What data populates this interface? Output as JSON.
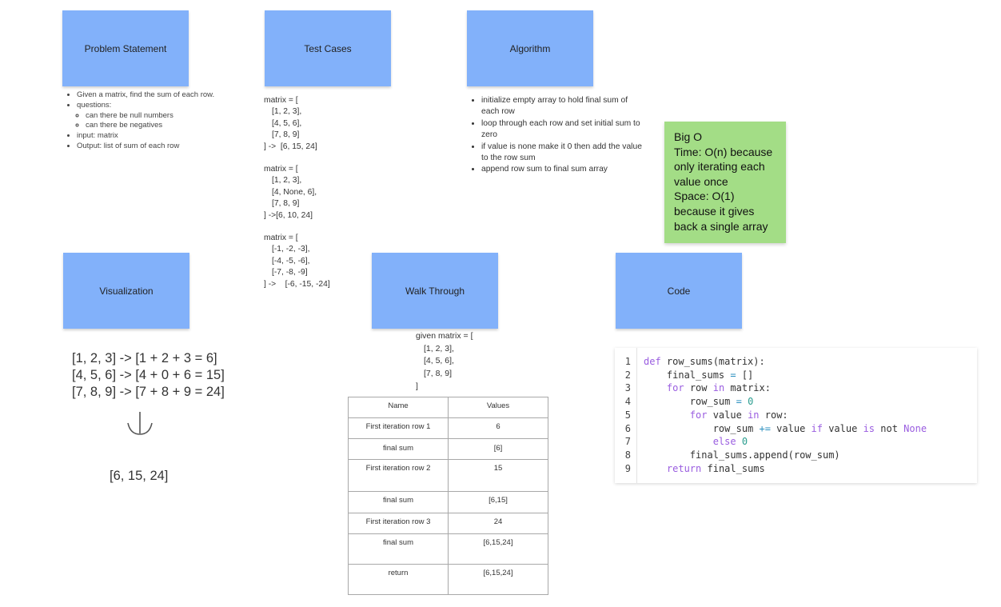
{
  "cards": {
    "problem": "Problem Statement",
    "tests": "Test Cases",
    "algorithm": "Algorithm",
    "visualization": "Visualization",
    "walkthrough": "Walk Through",
    "code": "Code"
  },
  "problem": {
    "items": [
      "Given a matrix, find the sum of each row.",
      "questions:"
    ],
    "sub_items": [
      "can there be null  numbers",
      "can there be negatives"
    ],
    "items_after": [
      "input: matrix",
      "Output: list of sum of each row"
    ]
  },
  "tests": {
    "case1": {
      "open": "matrix = [",
      "rows": [
        "[1, 2, 3],",
        "[4, 5, 6],",
        "[7, 8, 9]"
      ],
      "close": "] ->  [6, 15, 24]"
    },
    "case2": {
      "open": "matrix = [",
      "rows": [
        "[1, 2, 3],",
        "[4, None, 6],",
        "[7, 8, 9]"
      ],
      "close": "] ->[6, 10, 24]"
    },
    "case3": {
      "open": "matrix = [",
      "rows": [
        "[-1, -2, -3],",
        "[-4, -5, -6],",
        "[-7, -8, -9]"
      ],
      "close": "] ->    [-6, -15, -24]"
    }
  },
  "algorithm": {
    "items": [
      "initialize empty array to hold final sum of each row",
      "loop through each row  and set initial sum to zero",
      "if value is none  make it 0 then add the value to the row sum",
      "append row sum to final sum array"
    ]
  },
  "big_o": {
    "lines": [
      "Big O",
      "Time: O(n) because",
      "only iterating each",
      "value once",
      "Space: O(1)",
      "because it gives",
      "back a single array"
    ]
  },
  "visualization": {
    "lines": [
      "[1, 2, 3] -> [1 + 2 + 3 = 6]",
      "[4, 5, 6] -> [4 + 0 + 6 = 15]",
      "[7, 8, 9] -> [7 + 8 + 9 = 24]"
    ],
    "result": "[6, 15, 24]"
  },
  "walkthrough": {
    "given_open": "given matrix = [",
    "given_rows": [
      "[1, 2, 3],",
      "[4, 5, 6],",
      "[7, 8, 9]"
    ],
    "given_close": "]",
    "table": {
      "headers": [
        "Name",
        "Values"
      ],
      "rows": [
        [
          "First iteration row 1",
          "6"
        ],
        [
          "final sum",
          "[6]"
        ],
        [
          "First iteration row 2",
          "15"
        ],
        [
          "final sum",
          "[6,15]"
        ],
        [
          "First iteration row 3",
          "24"
        ],
        [
          "final sum",
          "[6,15,24]"
        ],
        [
          "return",
          "[6,15,24]"
        ]
      ]
    }
  },
  "code": {
    "line_numbers": [
      "1",
      "2",
      "3",
      "4",
      "5",
      "6",
      "7",
      "8",
      "9"
    ]
  }
}
